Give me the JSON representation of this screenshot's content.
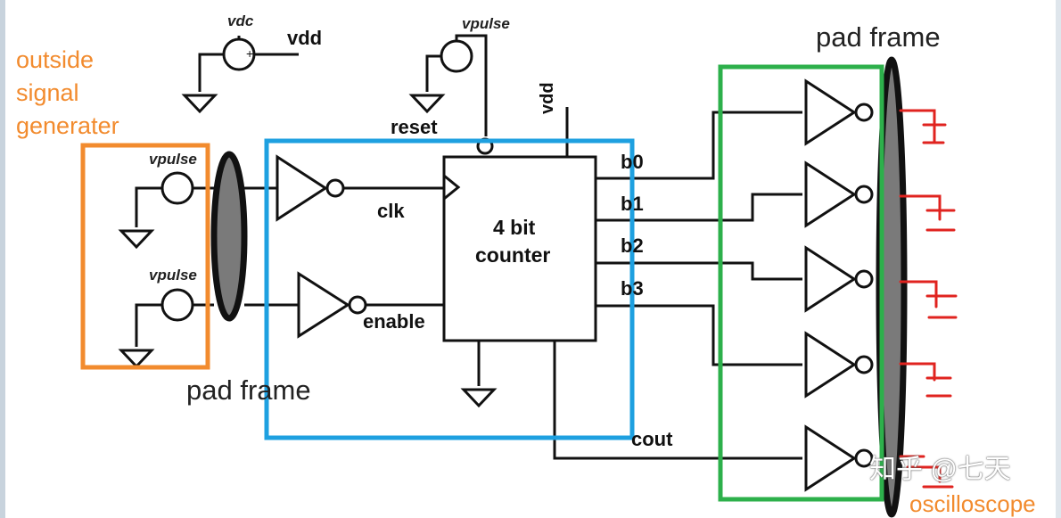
{
  "labels": {
    "vdc": "vdc",
    "vdd_top": "vdd",
    "vpulse_top": "vpulse",
    "reset": "reset",
    "vdd_vertical": "vdd",
    "outside_signal": [
      "outside",
      "signal",
      "generater"
    ],
    "vpulse_1": "vpulse",
    "vpulse_2": "vpulse",
    "clk": "clk",
    "enable": "enable",
    "counter": [
      "4 bit",
      "counter"
    ],
    "b0": "b0",
    "b1": "b1",
    "b2": "b2",
    "b3": "b3",
    "cout": "cout",
    "pad_frame_left": "pad frame",
    "pad_frame_right": "pad frame",
    "oscilloscope": "oscilloscope",
    "watermark": "知乎 @七天"
  },
  "colors": {
    "orange_box": "#f28b2e",
    "blue_box": "#1ea0e0",
    "green_box": "#2db04b",
    "red_probe": "#e0231f",
    "pad_fill": "#7a7a7a"
  }
}
